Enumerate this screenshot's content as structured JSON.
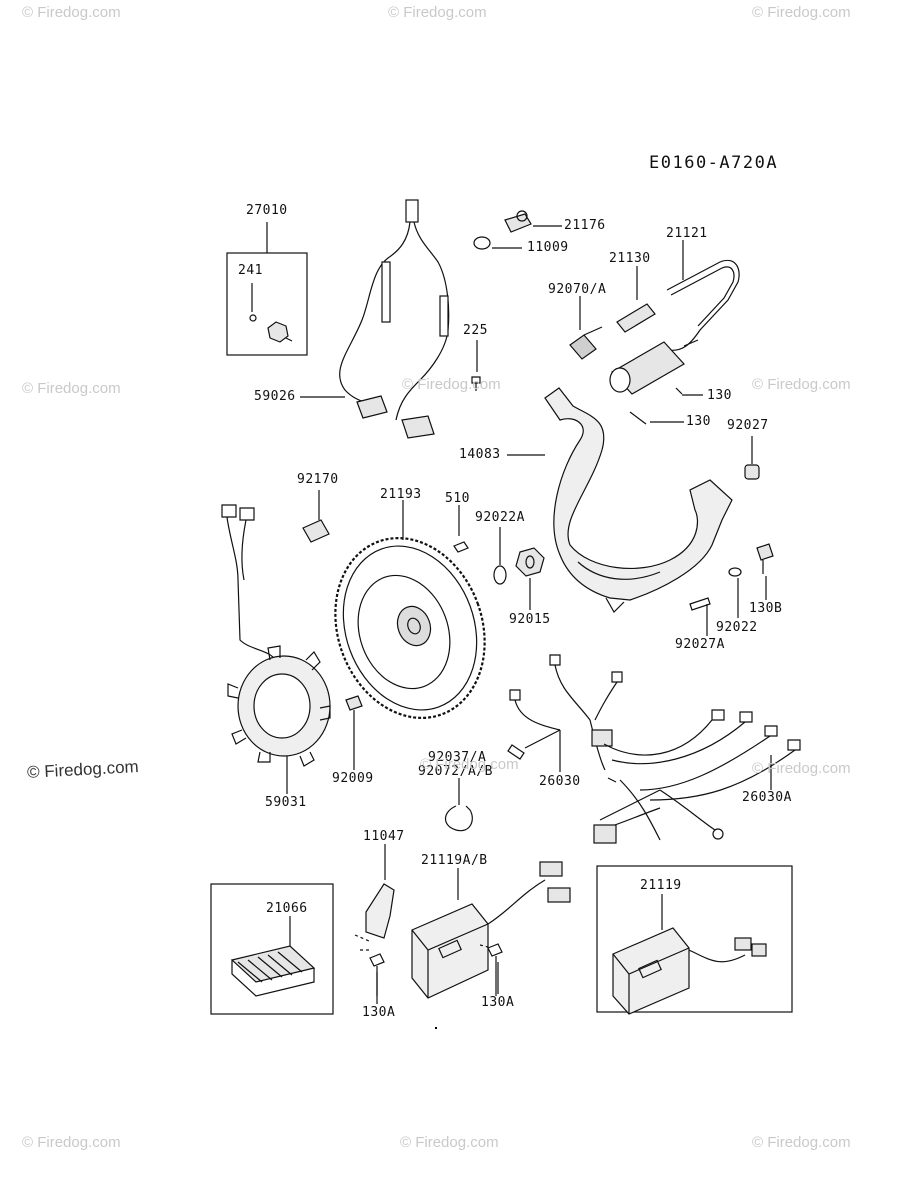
{
  "drawing_code": "E0160-A720A",
  "watermark": "© Firedog.com",
  "labels": {
    "p27010": "27010",
    "p241": "241",
    "p59026": "59026",
    "p225": "225",
    "p21176": "21176",
    "p11009": "11009",
    "p21121": "21121",
    "p21130": "21130",
    "p92070": "92070/A",
    "p130a": "130",
    "p130b": "130",
    "p14083": "14083",
    "p92027": "92027",
    "p92170": "92170",
    "p21193": "21193",
    "p510": "510",
    "p92022A": "92022A",
    "p92015": "92015",
    "p130B": "130B",
    "p92022": "92022",
    "p92027A": "92027A",
    "p92009": "92009",
    "p59031": "59031",
    "p92037": "92037/A",
    "p92072": "92072/A/B",
    "p26030": "26030",
    "p26030A": "26030A",
    "p11047": "11047",
    "p21119AB": "21119A/B",
    "p21066": "21066",
    "p130A1": "130A",
    "p130A2": "130A",
    "p21119": "21119"
  }
}
